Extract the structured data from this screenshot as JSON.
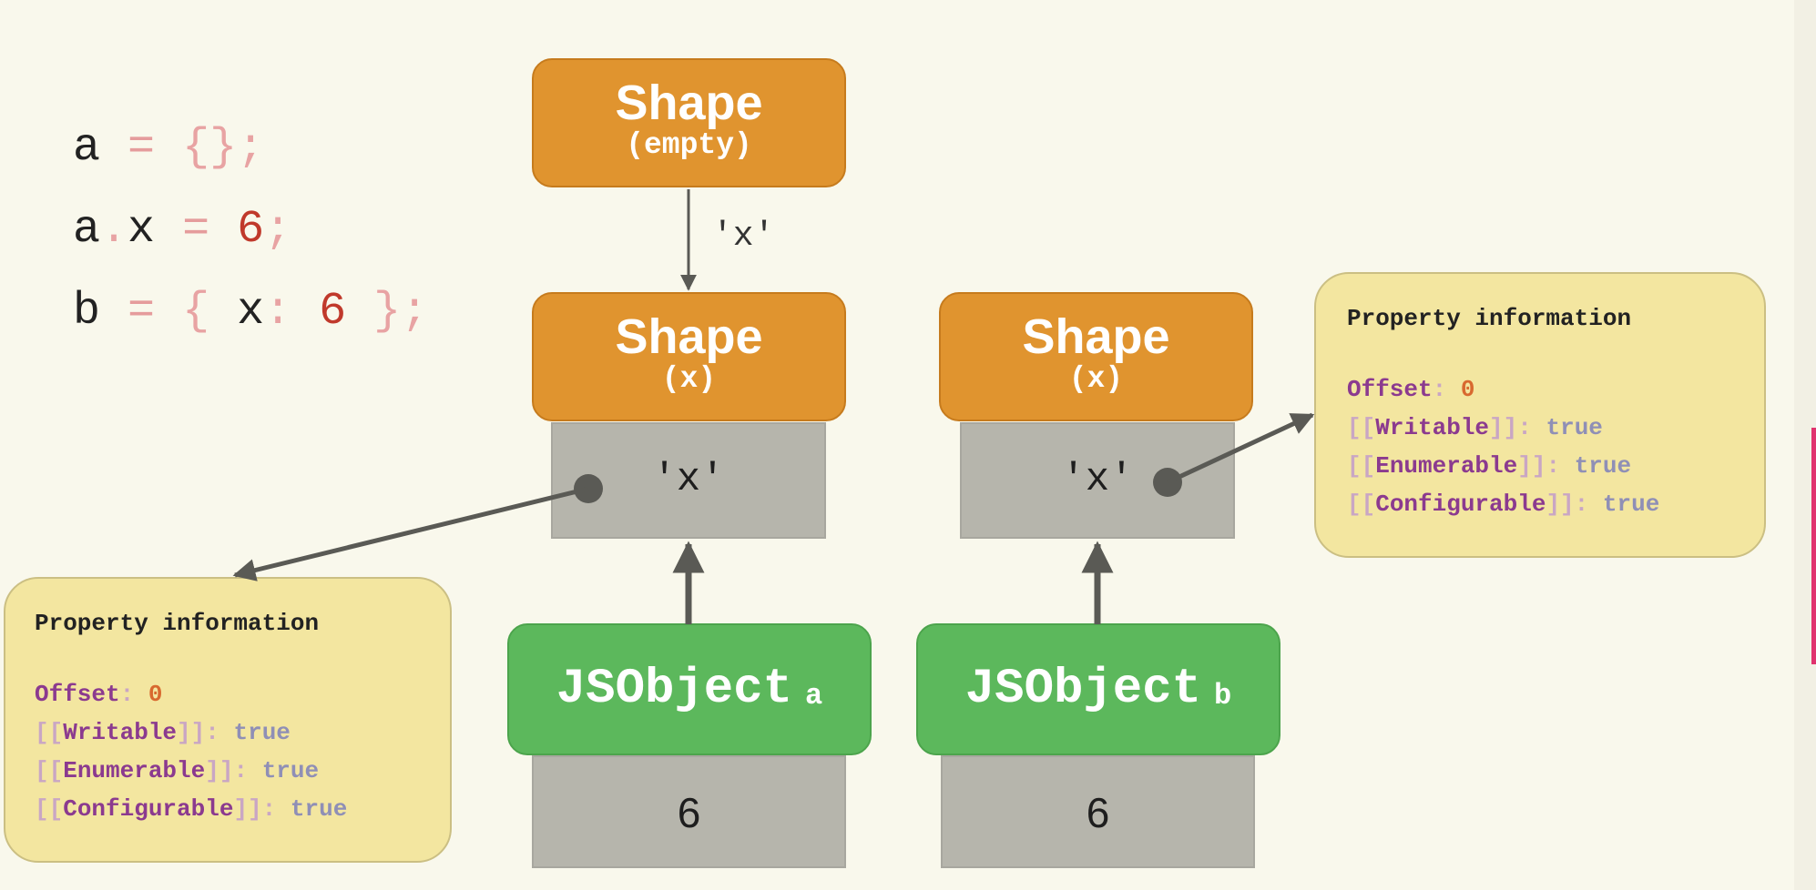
{
  "code": {
    "line1": {
      "var": "a",
      "op": "=",
      "value": "{};"
    },
    "line2": {
      "var": "a",
      "dot": ".",
      "prop": "x",
      "op": "=",
      "value": "6",
      "end": ";"
    },
    "line3": {
      "var": "b",
      "op": "=",
      "open": "{",
      "prop": "x",
      "colon": ":",
      "value": "6",
      "close": "};"
    }
  },
  "shapes": {
    "empty": {
      "title": "Shape",
      "sub": "(empty)"
    },
    "a": {
      "title": "Shape",
      "sub": "(x)",
      "key": "'x'"
    },
    "b": {
      "title": "Shape",
      "sub": "(x)",
      "key": "'x'"
    }
  },
  "transition_label": "'x'",
  "objects": {
    "a": {
      "name": "JSObject",
      "ident": "a",
      "value": "6"
    },
    "b": {
      "name": "JSObject",
      "ident": "b",
      "value": "6"
    }
  },
  "property_info": {
    "title": "Property information",
    "offset_label": "Offset",
    "offset_value": "0",
    "writable_label": "Writable",
    "enumerable_label": "Enumerable",
    "configurable_label": "Configurable",
    "bool_value": "true"
  },
  "colors": {
    "background": "#f9f8ec",
    "shape": "#e0942f",
    "jsobject": "#5cb85c",
    "slot": "#b6b5ac",
    "info_box": "#f3e6a0",
    "arrow": "#5a5a55"
  }
}
